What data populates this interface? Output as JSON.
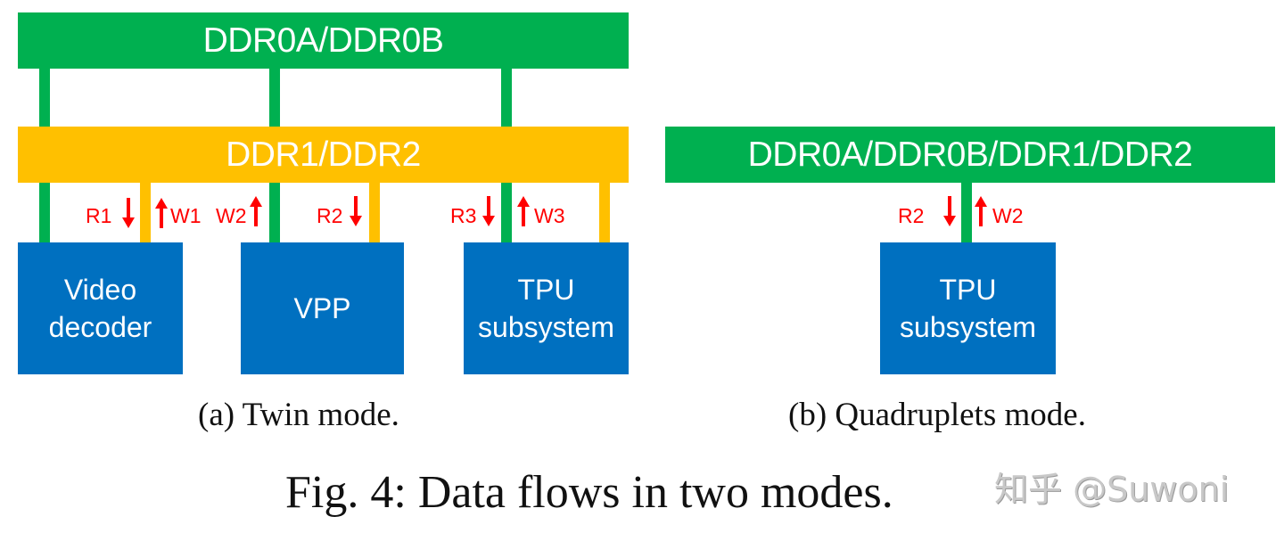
{
  "twin_mode": {
    "bus_top": "DDR0A/DDR0B",
    "bus_mid": "DDR1/DDR2",
    "blocks": [
      {
        "line1": "Video",
        "line2": "decoder"
      },
      {
        "line1": "VPP",
        "line2": ""
      },
      {
        "line1": "TPU",
        "line2": "subsystem"
      }
    ],
    "flows": {
      "r1": "R1",
      "w1": "W1",
      "w2": "W2",
      "r2": "R2",
      "r3": "R3",
      "w3": "W3"
    },
    "caption": "(a) Twin mode."
  },
  "quadruplets_mode": {
    "bus": "DDR0A/DDR0B/DDR1/DDR2",
    "block": {
      "line1": "TPU",
      "line2": "subsystem"
    },
    "flows": {
      "r2": "R2",
      "w2": "W2"
    },
    "caption": "(b) Quadruplets mode."
  },
  "figure_caption": "Fig. 4: Data flows in two modes.",
  "watermark": "知乎 @Suwoni",
  "colors": {
    "ddr0_bus": "#00b050",
    "ddr1_bus": "#ffc000",
    "block": "#0070c0",
    "flow_label": "#ff0000"
  }
}
